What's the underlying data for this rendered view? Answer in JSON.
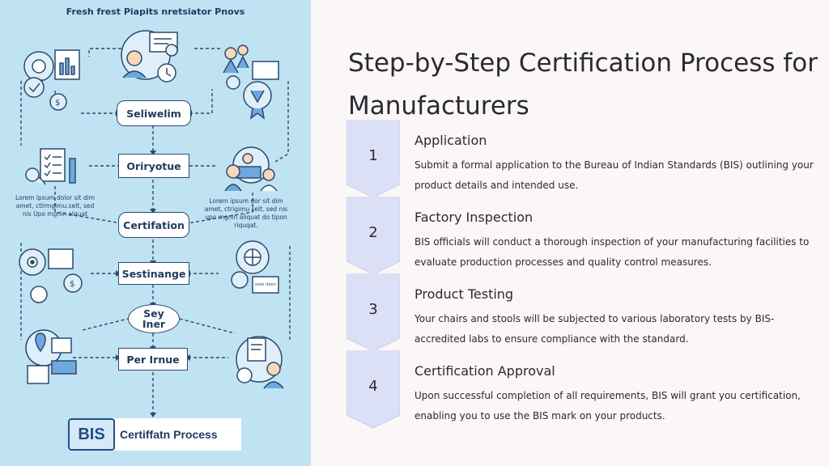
{
  "infographic": {
    "header": "Fresh frest Piapits nretsiator Pnovs",
    "boxes": {
      "b1": "Seliwelim",
      "b2": "Oriryotue",
      "b3": "Certifation",
      "b4": "Sestinange",
      "b5": "Sey Iner",
      "b6": "Per Irnue"
    },
    "lorem_left": "Lorem ipsum dolor sit dim amet, ctlrmgimu.selt, sed nis Upo mgnin alquat",
    "lorem_right": "Lorem ipsum dor sit dim amet, ctrigimu selt, sed nis upo mgnin aliquat do tipon riquqat.",
    "badge_logo": "BIS",
    "badge_text": "Certiffatn Process",
    "sign_text": "ssior iteirs"
  },
  "title": "Step-by-Step Certification Process for Manufacturers",
  "steps": [
    {
      "number": "1",
      "title": "Application",
      "description": "Submit a formal application to the Bureau of Indian Standards (BIS) outlining your product details and intended use."
    },
    {
      "number": "2",
      "title": "Factory Inspection",
      "description": "BIS officials will conduct a thorough inspection of your manufacturing facilities to evaluate production processes and quality control measures."
    },
    {
      "number": "3",
      "title": "Product Testing",
      "description": "Your chairs and stools will be subjected to various laboratory tests by BIS-accredited labs to ensure compliance with the standard."
    },
    {
      "number": "4",
      "title": "Certification Approval",
      "description": "Upon successful completion of all requirements, BIS will grant you certification, enabling you to use the BIS mark on your products."
    }
  ],
  "colors": {
    "illustration_bg": "#bfe3f3",
    "page_bg": "#fbf7f6",
    "chevron_fill": "#dbe0f7",
    "navy": "#1f3a5f"
  }
}
